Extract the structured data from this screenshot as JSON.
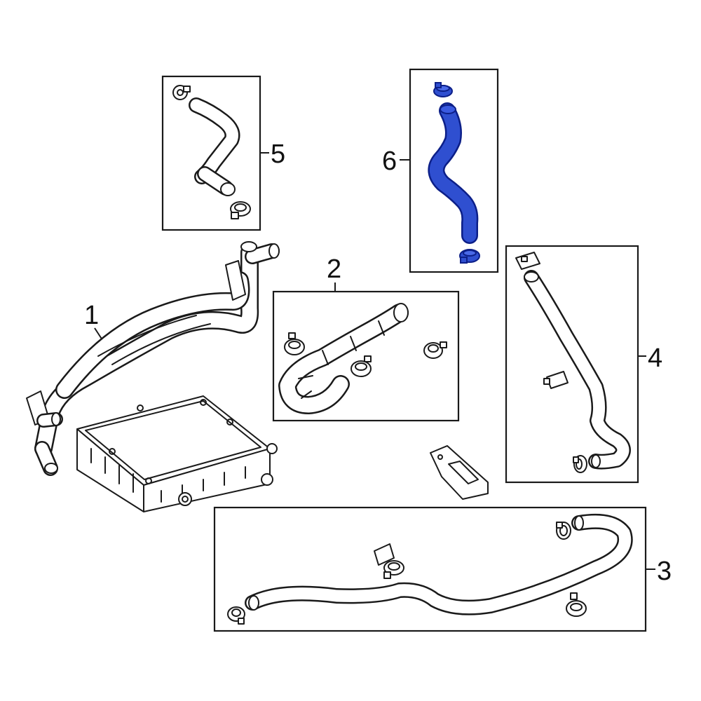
{
  "colors": {
    "line": "#1a1a1a",
    "highlight_fill": "#2f4fd0",
    "highlight_stroke": "#0c1f88",
    "background": "#ffffff"
  },
  "callouts": {
    "c1": "1",
    "c2": "2",
    "c3": "3",
    "c4": "4",
    "c5": "5",
    "c6": "6"
  },
  "highlighted_part": "6"
}
